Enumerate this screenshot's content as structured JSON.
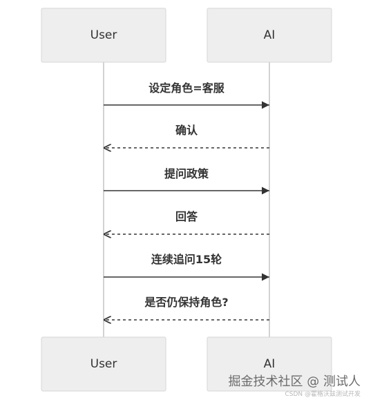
{
  "participants": {
    "user_top": "User",
    "ai_top": "AI",
    "user_bottom": "User",
    "ai_bottom": "AI"
  },
  "messages": [
    {
      "label": "设定角色=客服",
      "from": "User",
      "to": "AI",
      "style": "solid"
    },
    {
      "label": "确认",
      "from": "AI",
      "to": "User",
      "style": "dashed"
    },
    {
      "label": "提问政策",
      "from": "User",
      "to": "AI",
      "style": "solid"
    },
    {
      "label": "回答",
      "from": "AI",
      "to": "User",
      "style": "dashed"
    },
    {
      "label": "连续追问15轮",
      "from": "User",
      "to": "AI",
      "style": "solid"
    },
    {
      "label": "是否仍保持角色?",
      "from": "AI",
      "to": "User",
      "style": "dashed"
    }
  ],
  "watermark": {
    "main": "掘金技术社区 @ 测试人",
    "sub": "CSDN @霍格沃兹测试开发"
  },
  "colors": {
    "box_fill": "#eeeeee",
    "box_border": "#d6d6d6",
    "lifeline": "#b5b5b5",
    "arrow": "#333333",
    "text": "#333333"
  }
}
